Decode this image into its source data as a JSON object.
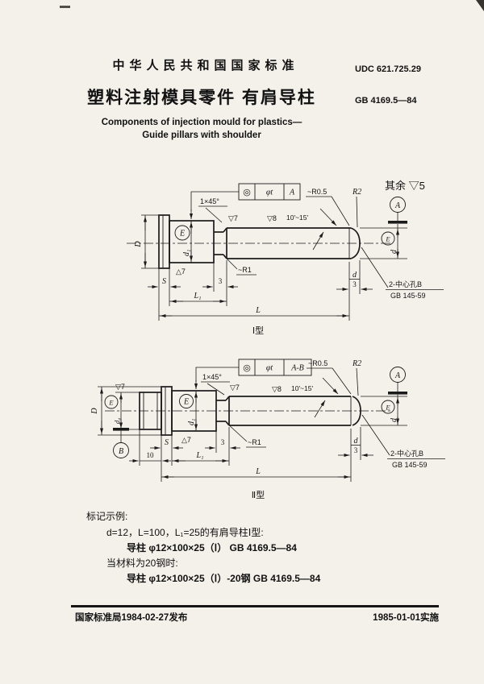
{
  "header": {
    "national_heading": "中华人民共和国国家标准",
    "udc": "UDC 621.725.29",
    "title_cn": "塑料注射模具零件  有肩导柱",
    "standard_no": "GB 4169.5—84",
    "title_en_line1": "Components of injection mould for plastics—",
    "title_en_line2": "Guide pillars with shoulder"
  },
  "surface_note": {
    "prefix": "其余",
    "mark": "▽5"
  },
  "drawing1": {
    "label": "Ⅰ型",
    "frame": {
      "symbol": "◎",
      "tolerance": "φt",
      "datum": "A"
    },
    "ann": {
      "chamfer": "1×45°",
      "v7": "▽7",
      "t7": "△7",
      "v8": "▽8",
      "angle": "10′~15′",
      "r05": "~R0.5",
      "r2": "R2",
      "r1": "~R1",
      "datum_a": "A",
      "e1": "E",
      "e2": "E",
      "dim_D": "D",
      "dim_d1": "d₁",
      "dim_d": "d",
      "dim_S": "S",
      "dim_3": "3",
      "dim_L1": "L₁",
      "dim_L": "L",
      "frac_num": "d",
      "frac_den": "3",
      "center_hole_1": "2-中心孔B",
      "center_hole_2": "GB 145-59"
    }
  },
  "drawing2": {
    "label": "Ⅱ型",
    "frame": {
      "symbol": "◎",
      "tolerance": "φt",
      "datum": "A-B"
    },
    "ann": {
      "chamfer": "1×45°",
      "v7_left": "▽7",
      "v7": "▽7",
      "t7": "△7",
      "v8": "▽8",
      "angle": "10′~15′",
      "r05": "~R0.5",
      "r2": "R2",
      "r1": "~R1",
      "datum_a": "A",
      "datum_b": "B",
      "e1": "E",
      "e2": "E",
      "e3": "E",
      "dim_D": "D",
      "dim_d4": "d₄",
      "dim_d1": "d₁",
      "dim_d": "d",
      "dim_S": "S",
      "dim_3": "3",
      "dim_10": "10",
      "dim_L1": "L₁",
      "dim_L": "L",
      "frac_num": "d",
      "frac_den": "3",
      "center_hole_1": "2-中心孔B",
      "center_hole_2": "GB 145-59"
    }
  },
  "example": {
    "heading": "标记示例:",
    "line1": "d=12，L=100，L₁=25的有肩导柱Ⅰ型:",
    "line2": "导柱  φ12×100×25（Ⅰ）  GB 4169.5—84",
    "line3": "当材料为20钢时:",
    "line4": "导柱  φ12×100×25（Ⅰ）-20钢  GB 4169.5—84"
  },
  "footer": {
    "issued": "国家标准局1984-02-27发布",
    "effective": "1985-01-01实施"
  }
}
